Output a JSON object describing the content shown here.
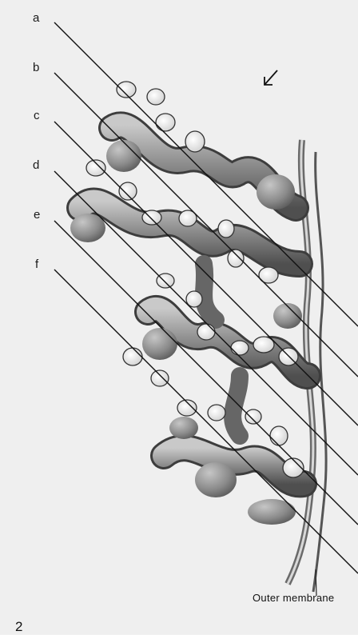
{
  "section_labels": [
    "a",
    "b",
    "c",
    "d",
    "e",
    "f"
  ],
  "annotations": {
    "outer_membrane": "Outer membrane"
  },
  "figure_number": "2",
  "colors": {
    "background": "#efefef",
    "tubule_fill": "#8a8a8a",
    "tubule_highlight": "#bdbdbd",
    "line": "#111111"
  }
}
